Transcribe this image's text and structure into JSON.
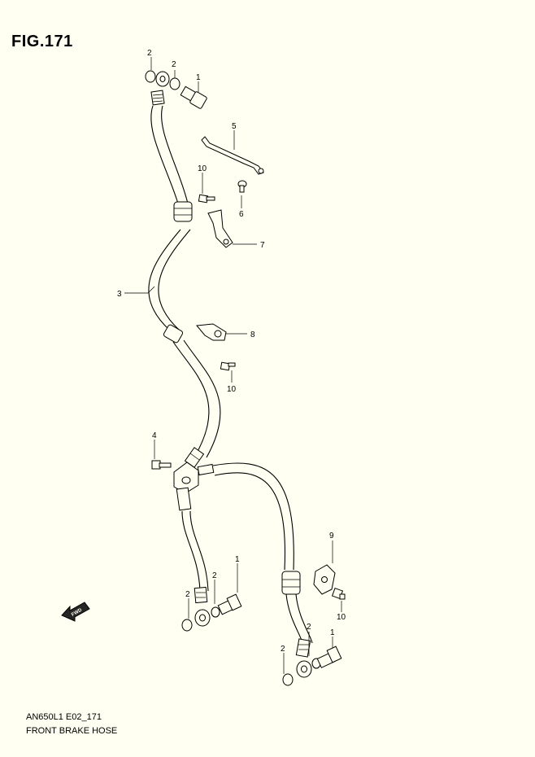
{
  "figure": {
    "title": "FIG.171",
    "code": "AN650L1 E02_171",
    "caption": "FRONT BRAKE HOSE",
    "fwd_label": "FWD"
  },
  "callouts": [
    {
      "id": "c-2a",
      "text": "2"
    },
    {
      "id": "c-2b",
      "text": "2"
    },
    {
      "id": "c-1a",
      "text": "1"
    },
    {
      "id": "c-5",
      "text": "5"
    },
    {
      "id": "c-10a",
      "text": "10"
    },
    {
      "id": "c-6",
      "text": "6"
    },
    {
      "id": "c-7",
      "text": "7"
    },
    {
      "id": "c-3",
      "text": "3"
    },
    {
      "id": "c-8",
      "text": "8"
    },
    {
      "id": "c-10b",
      "text": "10"
    },
    {
      "id": "c-4",
      "text": "4"
    },
    {
      "id": "c-9",
      "text": "9"
    },
    {
      "id": "c-1b",
      "text": "1"
    },
    {
      "id": "c-2c",
      "text": "2"
    },
    {
      "id": "c-2d",
      "text": "2"
    },
    {
      "id": "c-10c",
      "text": "10"
    },
    {
      "id": "c-1c",
      "text": "1"
    },
    {
      "id": "c-2e",
      "text": "2"
    },
    {
      "id": "c-2f",
      "text": "2"
    }
  ]
}
